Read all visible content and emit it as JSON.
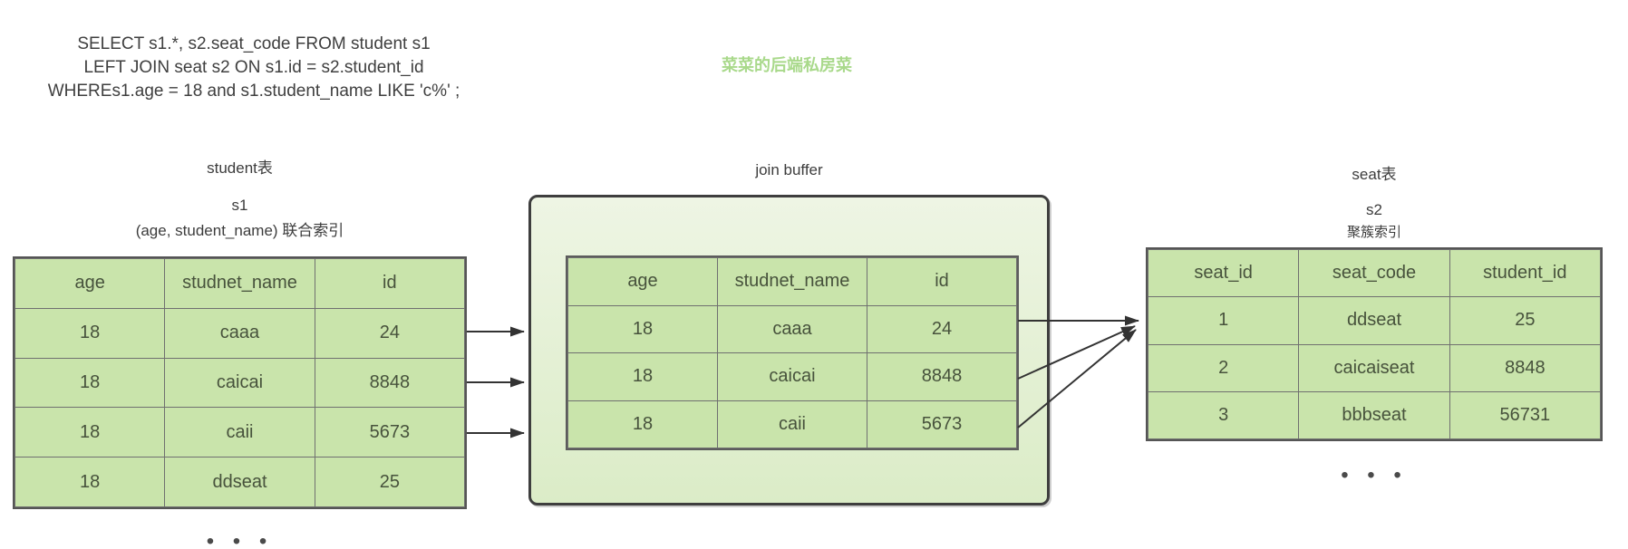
{
  "sql": {
    "lines": [
      "SELECT s1.*, s2.seat_code FROM student s1",
      "LEFT JOIN seat s2 ON s1.id = s2.student_id",
      "WHEREs1.age = 18 and s1.student_name LIKE 'c%' ;"
    ]
  },
  "watermark": "菜菜的后端私房菜",
  "student_table": {
    "title": "student表",
    "alias": "s1",
    "index_note": "(age, student_name) 联合索引",
    "headers": [
      "age",
      "studnet_name",
      "id"
    ],
    "rows": [
      [
        "18",
        "caaa",
        "24"
      ],
      [
        "18",
        "caicai",
        "8848"
      ],
      [
        "18",
        "caii",
        "5673"
      ],
      [
        "18",
        "ddseat",
        "25"
      ]
    ],
    "ellipsis": "• • •"
  },
  "join_buffer": {
    "title": "join buffer",
    "headers": [
      "age",
      "studnet_name",
      "id"
    ],
    "rows": [
      [
        "18",
        "caaa",
        "24"
      ],
      [
        "18",
        "caicai",
        "8848"
      ],
      [
        "18",
        "caii",
        "5673"
      ]
    ]
  },
  "seat_table": {
    "title": "seat表",
    "alias": "s2",
    "index_note": "聚簇索引",
    "headers": [
      "seat_id",
      "seat_code",
      "student_id"
    ],
    "rows": [
      [
        "1",
        "ddseat",
        "25"
      ],
      [
        "2",
        "caicaiseat",
        "8848"
      ],
      [
        "3",
        "bbbseat",
        "56731"
      ]
    ],
    "ellipsis": "• • •"
  },
  "colors": {
    "cell_green": "#c9e4ab",
    "buffer_fill_top": "#eef5e4",
    "buffer_fill_bottom": "#dbecc7",
    "watermark_green": "#a9d98b",
    "arrow": "#333333",
    "text_dark": "#3f3f3f",
    "cell_text": "#47523c"
  }
}
